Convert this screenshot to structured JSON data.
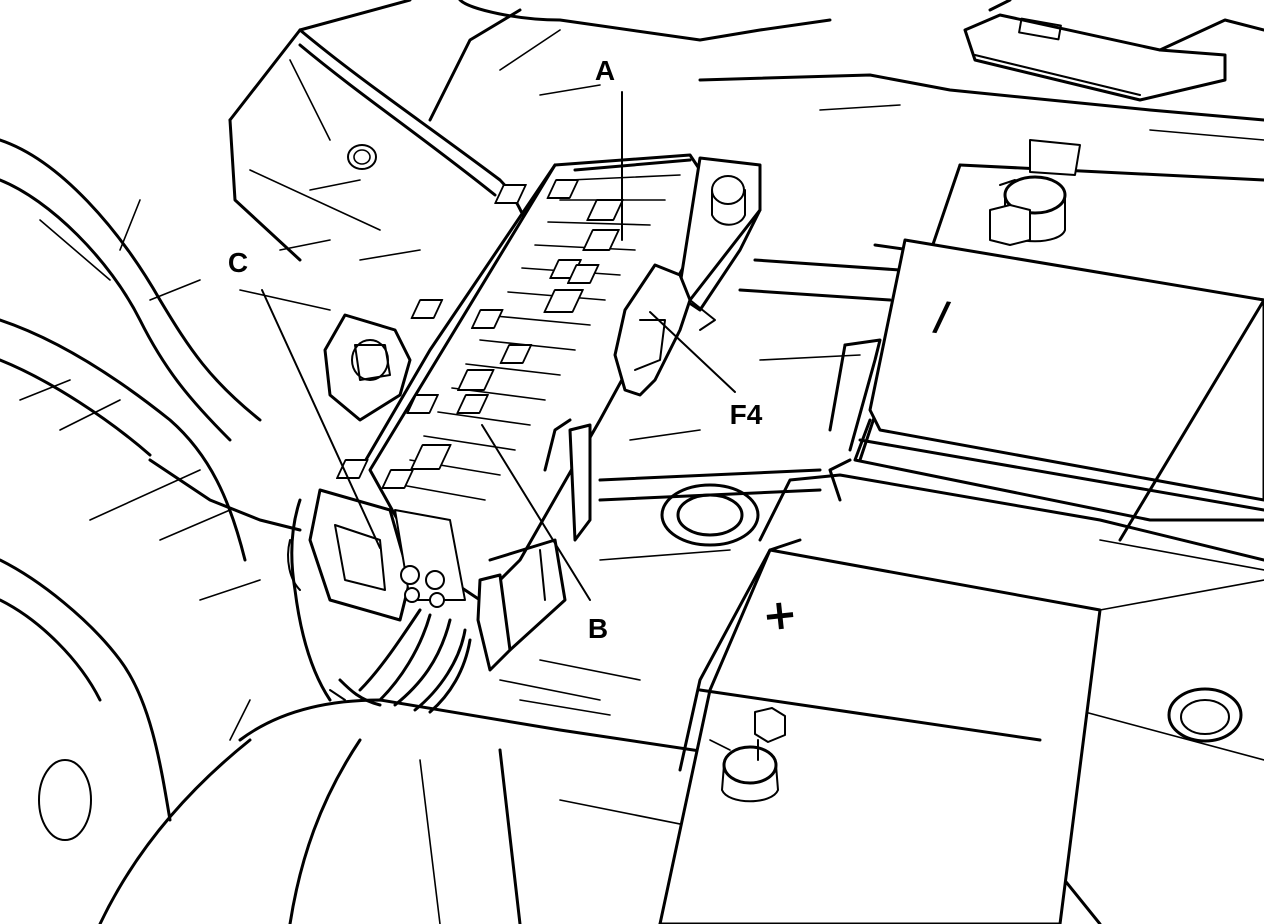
{
  "diagram": {
    "callouts": {
      "a": "A",
      "b": "B",
      "c": "C",
      "f4": "F4"
    },
    "battery": {
      "positive_symbol": "+",
      "negative_symbol": "/"
    }
  }
}
